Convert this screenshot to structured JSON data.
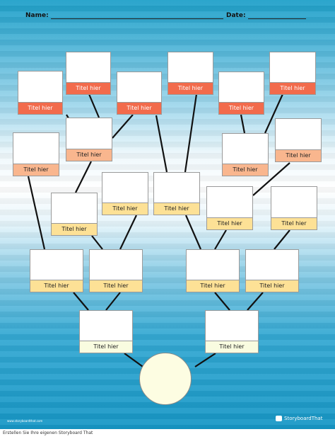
{
  "header": {
    "name_label": "Name:",
    "date_label": "Date:"
  },
  "card_label": "Titel hier",
  "footer": {
    "site": "www.storyboardthat.com",
    "logo": "StoryboardThat"
  },
  "credit": "Erstellen Sie Ihre eigenen Storyboard That"
}
